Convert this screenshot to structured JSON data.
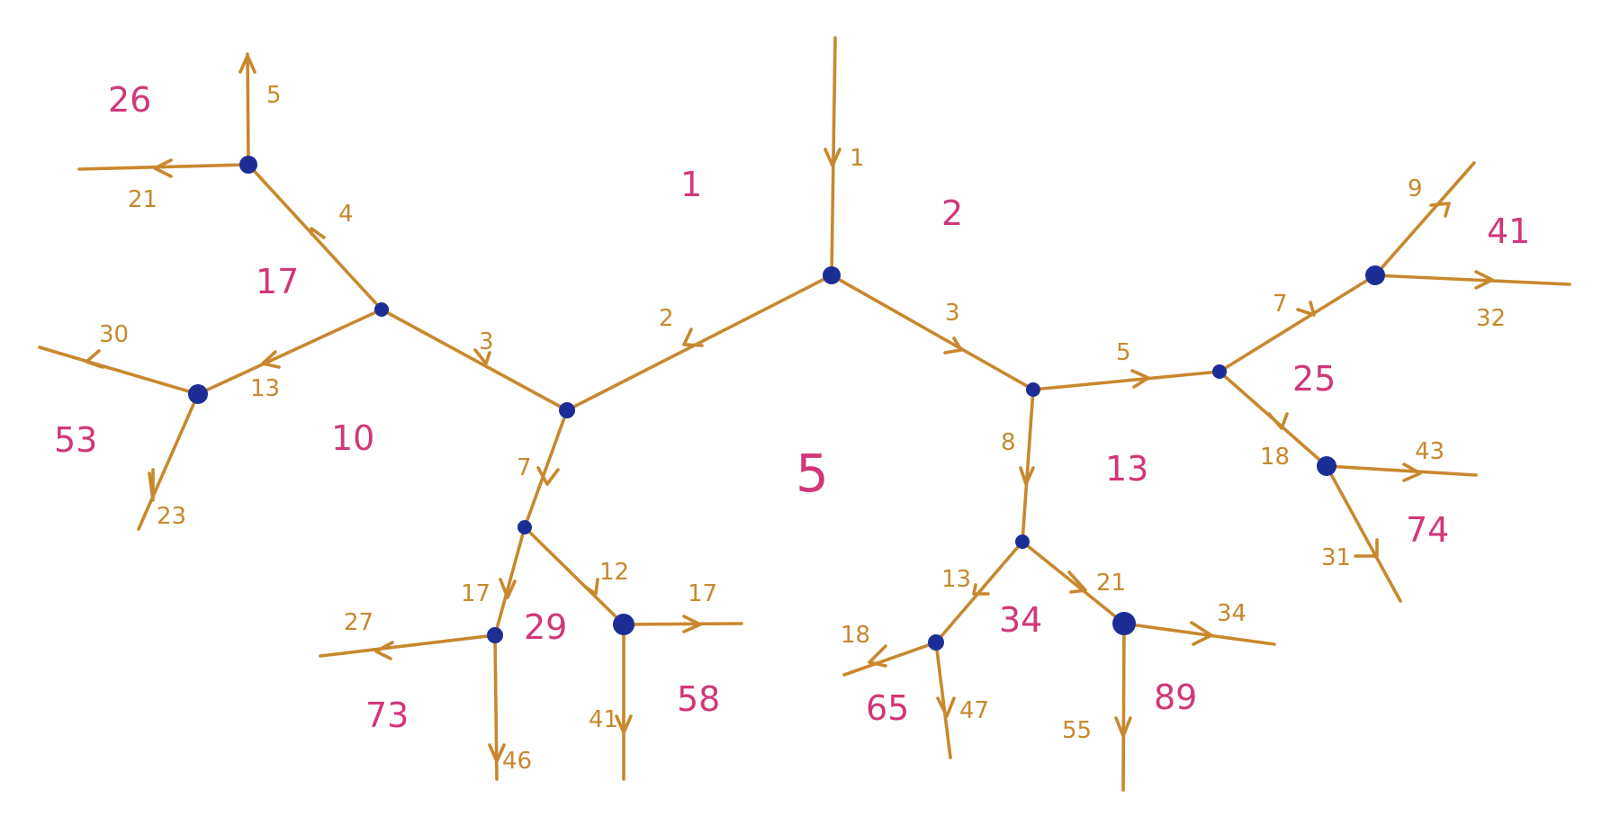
{
  "diagram": {
    "region_labels": [
      "1",
      "2",
      "5",
      "17",
      "26",
      "10",
      "53",
      "29",
      "73",
      "58",
      "13",
      "34",
      "65",
      "89",
      "25",
      "41",
      "74"
    ],
    "edge_labels": {
      "top": "1",
      "to_left_junction": "2",
      "to_right_junction": "3",
      "left_upper": "3",
      "left_up_branch": "4",
      "top_left_up": "5",
      "top_left_left": "21",
      "left_branch": "13",
      "far_left_upper": "30",
      "far_left_lower": "23",
      "left_down": "7",
      "left_lower_left": "17",
      "left_lower_right": "12",
      "bottom_left_left": "27",
      "bottom_left_down": "46",
      "bottom_mid_right": "17",
      "bottom_mid_down": "41",
      "right_down": "8",
      "right_right": "5",
      "right_lower_left": "13",
      "right_lower_right": "21",
      "bottom_right_left": "18",
      "bottom_right_down": "47",
      "bottom_far_right": "34",
      "bottom_far_down": "55",
      "upper_right_branch": "7",
      "upper_right_up": "9",
      "upper_right_right": "32",
      "lower_right_branch": "18",
      "lower_right_right": "43",
      "lower_right_down": "31"
    }
  }
}
